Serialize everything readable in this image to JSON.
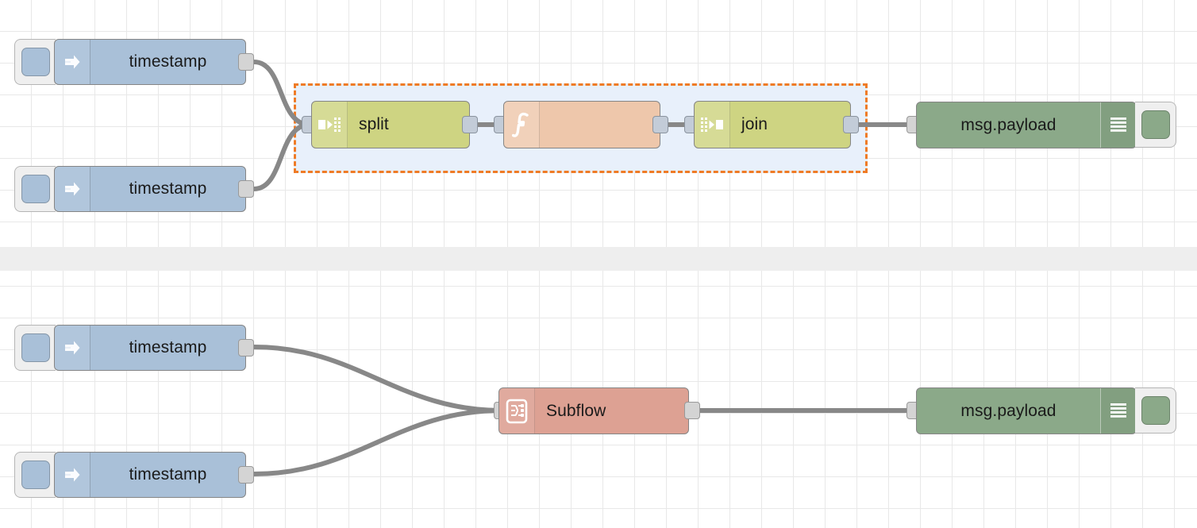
{
  "app": {
    "name": "Node-RED flow editor canvas",
    "panes": [
      "flow-top",
      "flow-bottom"
    ]
  },
  "colors": {
    "inject": "#a9c0d8",
    "split_join": "#ced482",
    "function": "#eec7ab",
    "subflow": "#dda193",
    "debug": "#8ba989",
    "wire": "#888888",
    "selection_border": "#ef7b26",
    "selection_fill": "#e8f0fb",
    "grid_line": "#e8e8e8",
    "divider": "#eeeeee"
  },
  "top_flow": {
    "selection": {
      "label": "selected-group",
      "nodes": [
        "split",
        "function",
        "join"
      ]
    },
    "nodes": [
      {
        "id": "inject-1",
        "type": "inject",
        "label": "timestamp",
        "icon": "arrow-right-inject-icon",
        "button": "inject-trigger-button",
        "outputs": 1
      },
      {
        "id": "inject-2",
        "type": "inject",
        "label": "timestamp",
        "icon": "arrow-right-inject-icon",
        "button": "inject-trigger-button",
        "outputs": 1
      },
      {
        "id": "split-1",
        "type": "split",
        "label": "split",
        "icon": "split-icon",
        "inputs": 1,
        "outputs": 1
      },
      {
        "id": "function-1",
        "type": "function",
        "label": "",
        "icon": "function-icon",
        "inputs": 1,
        "outputs": 1
      },
      {
        "id": "join-1",
        "type": "join",
        "label": "join",
        "icon": "join-icon",
        "inputs": 1,
        "outputs": 1
      },
      {
        "id": "debug-1",
        "type": "debug",
        "label": "msg.payload",
        "icon": "debug-list-icon",
        "button": "debug-toggle-button",
        "inputs": 1
      }
    ]
  },
  "bottom_flow": {
    "nodes": [
      {
        "id": "inject-3",
        "type": "inject",
        "label": "timestamp",
        "icon": "arrow-right-inject-icon",
        "button": "inject-trigger-button",
        "outputs": 1
      },
      {
        "id": "inject-4",
        "type": "inject",
        "label": "timestamp",
        "icon": "arrow-right-inject-icon",
        "button": "inject-trigger-button",
        "outputs": 1
      },
      {
        "id": "subflow-1",
        "type": "subflow",
        "label": "Subflow",
        "icon": "subflow-icon",
        "inputs": 1,
        "outputs": 1
      },
      {
        "id": "debug-2",
        "type": "debug",
        "label": "msg.payload",
        "icon": "debug-list-icon",
        "button": "debug-toggle-button",
        "inputs": 1
      }
    ]
  }
}
